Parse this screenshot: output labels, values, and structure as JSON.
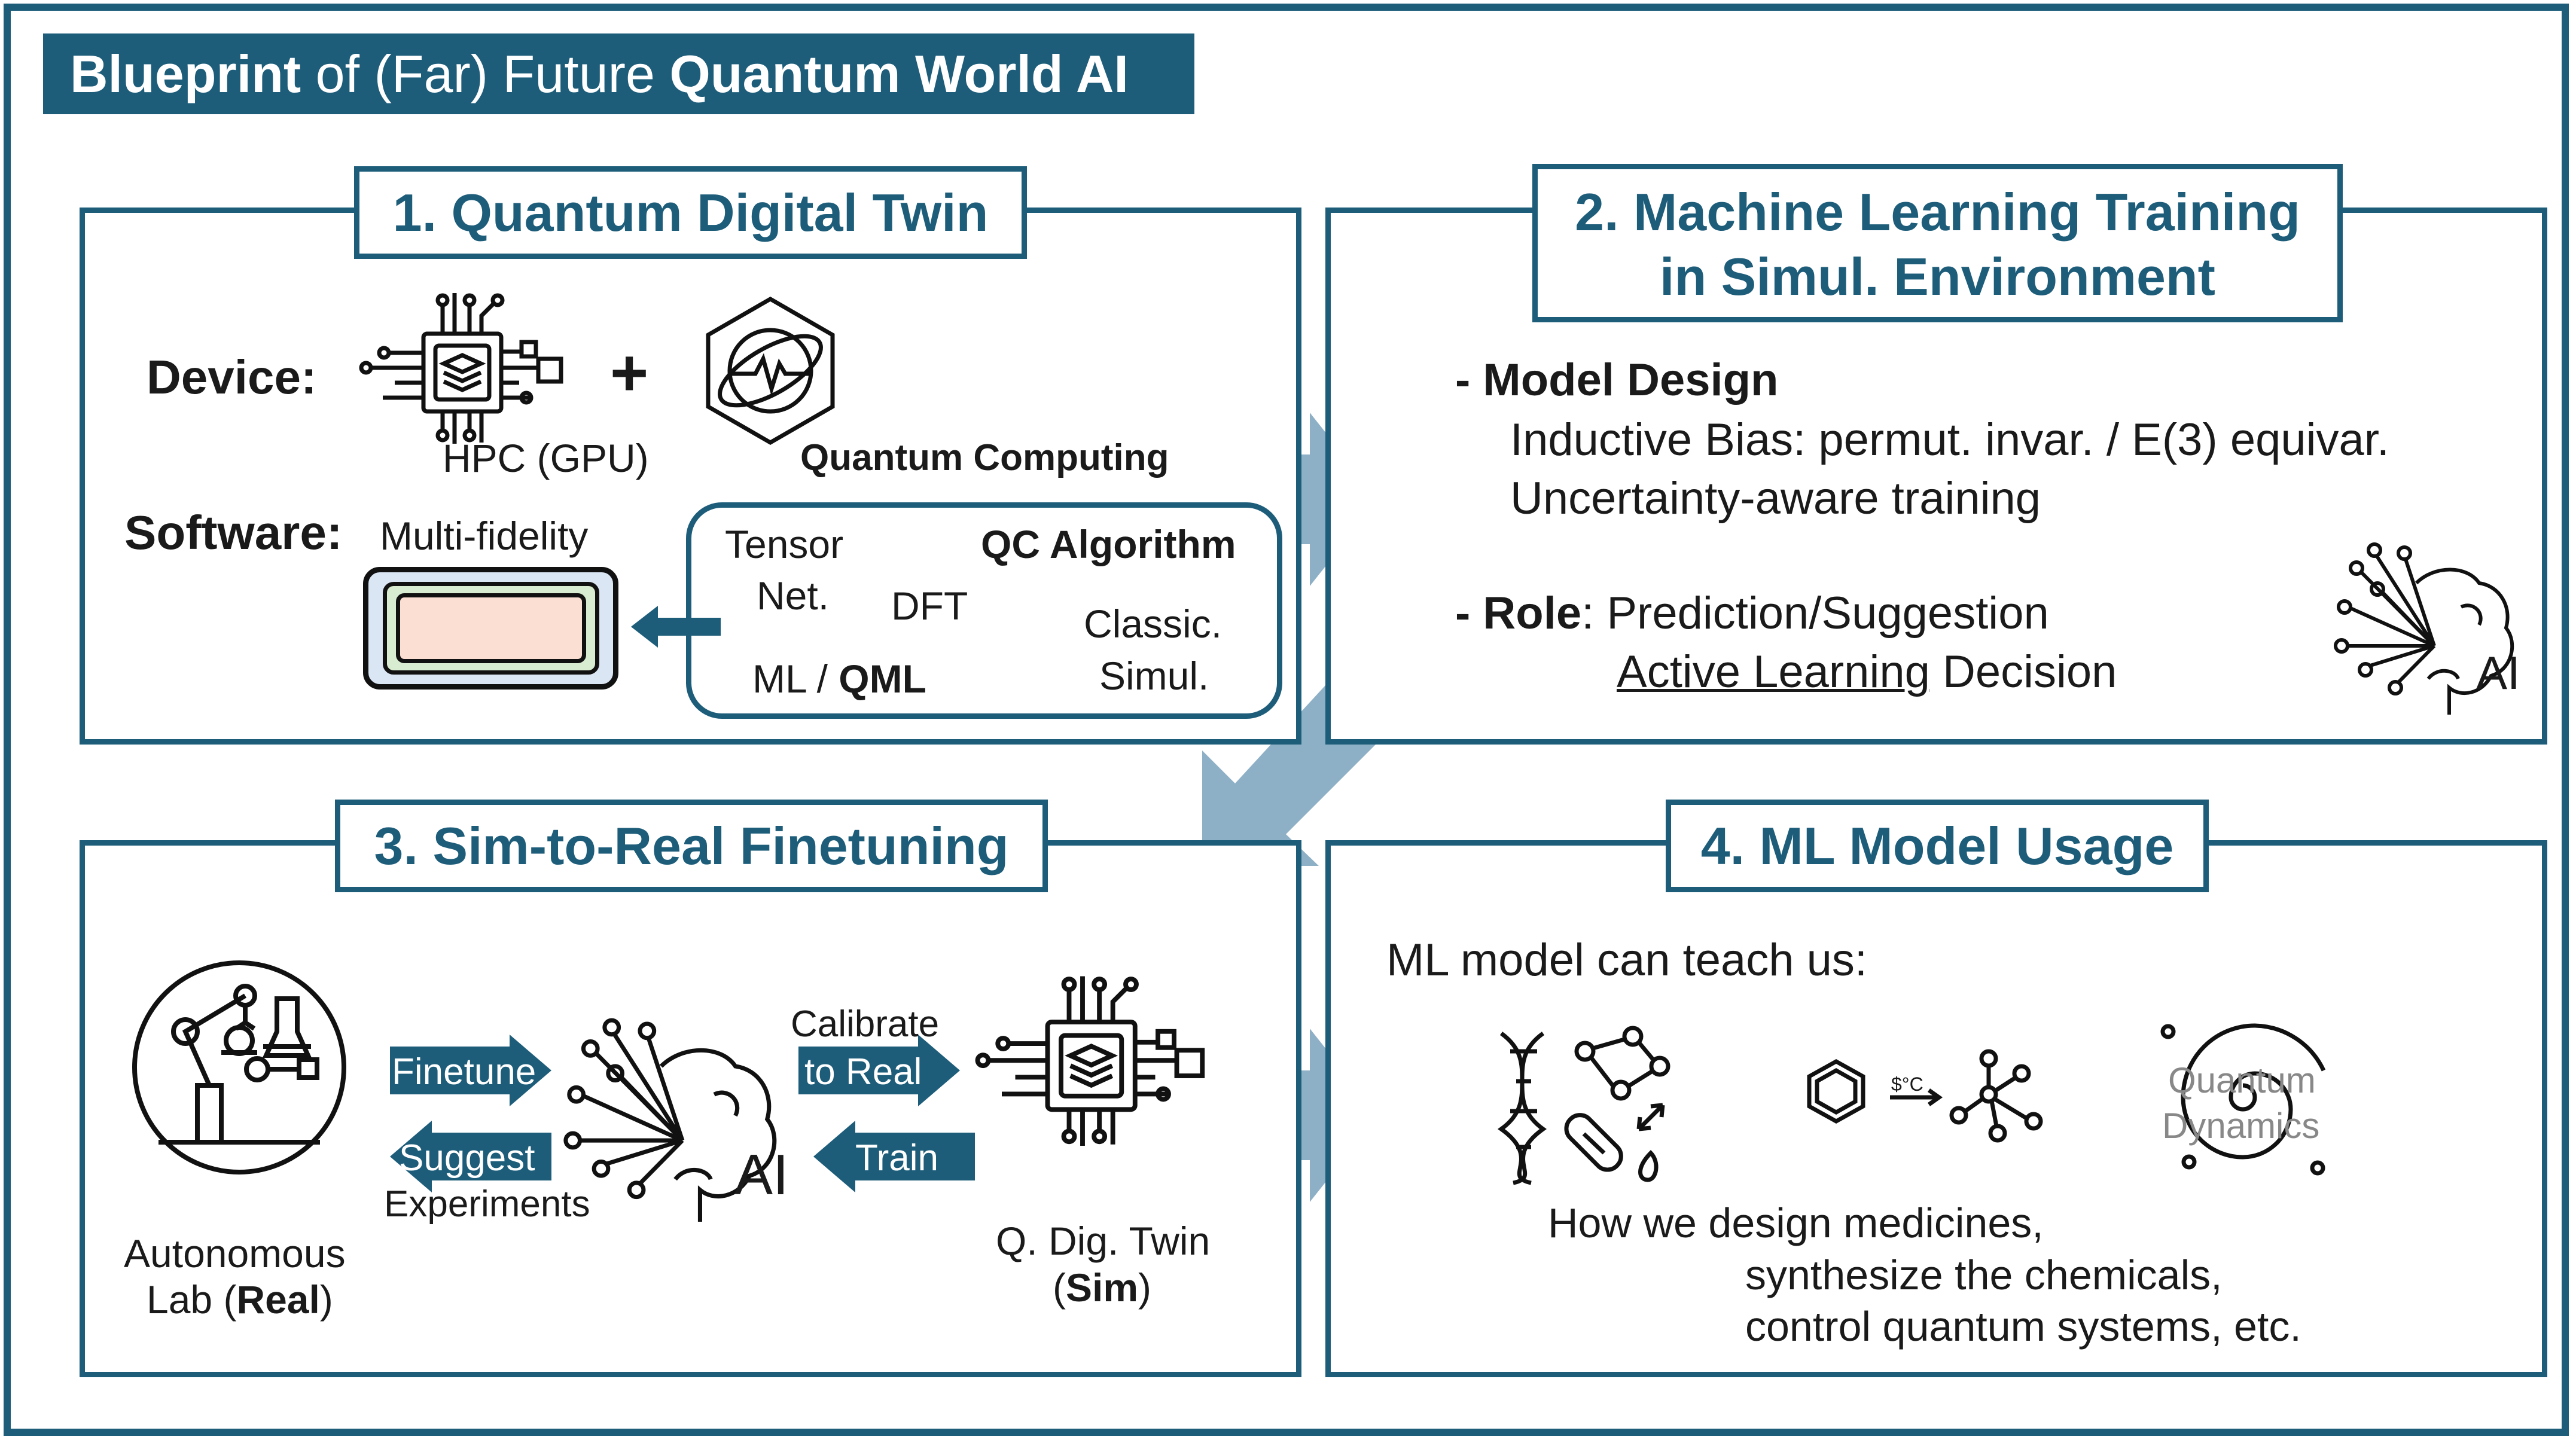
{
  "title": {
    "bold1": "Blueprint",
    "normal": " of (Far) Future ",
    "bold2": "Quantum World AI"
  },
  "panel1": {
    "title": "1. Quantum Digital Twin",
    "device_label": "Device:",
    "plus": "+",
    "hpc_label": "HPC (GPU)",
    "qc_label": "Quantum Computing",
    "software_label": "Software:",
    "multifidelity_label": "Multi-fidelity",
    "methods": {
      "tensor_net_1": "Tensor",
      "tensor_net_2": "Net.",
      "qc_algorithm": "QC Algorithm",
      "dft": "DFT",
      "classic_1": "Classic.",
      "classic_2": "Simul.",
      "ml": "ML / ",
      "qml": "QML"
    }
  },
  "panel2": {
    "title_line1": "2. Machine Learning Training",
    "title_line2": "in Simul. Environment",
    "model_design_label": "- Model Design",
    "model_design_1": "Inductive Bias: permut. invar. / E(3) equivar.",
    "model_design_2": "Uncertainty-aware training",
    "role_label": "- Role",
    "role_text": ": Prediction/Suggestion",
    "active_learning": "Active Learning",
    "decision": " Decision",
    "ai_text": "AI"
  },
  "panel3": {
    "title": "3. Sim-to-Real Finetuning",
    "finetune": "Finetune",
    "suggest": "Suggest",
    "experiments": "Experiments",
    "calibrate": "Calibrate",
    "to_real": "to Real",
    "train": "Train",
    "lab_1": "Autonomous",
    "lab_2": "Lab (",
    "lab_bold": "Real",
    "lab_close": ")",
    "twin_1": "Q. Dig. Twin",
    "twin_2_open": "(",
    "twin_2_bold": "Sim",
    "twin_2_close": ")",
    "ai_text": "AI"
  },
  "panel4": {
    "title": "4. ML Model Usage",
    "intro": "ML model can teach us:",
    "reaction_temp": "$°C",
    "quantum_word1": "Quantum",
    "quantum_word2": "Dynamics",
    "line1": "How we design medicines,",
    "line2": "synthesize the chemicals,",
    "line3": "control quantum systems, etc."
  },
  "colors": {
    "accent": "#1d5d7a",
    "arrow": "#8eb0c6"
  }
}
